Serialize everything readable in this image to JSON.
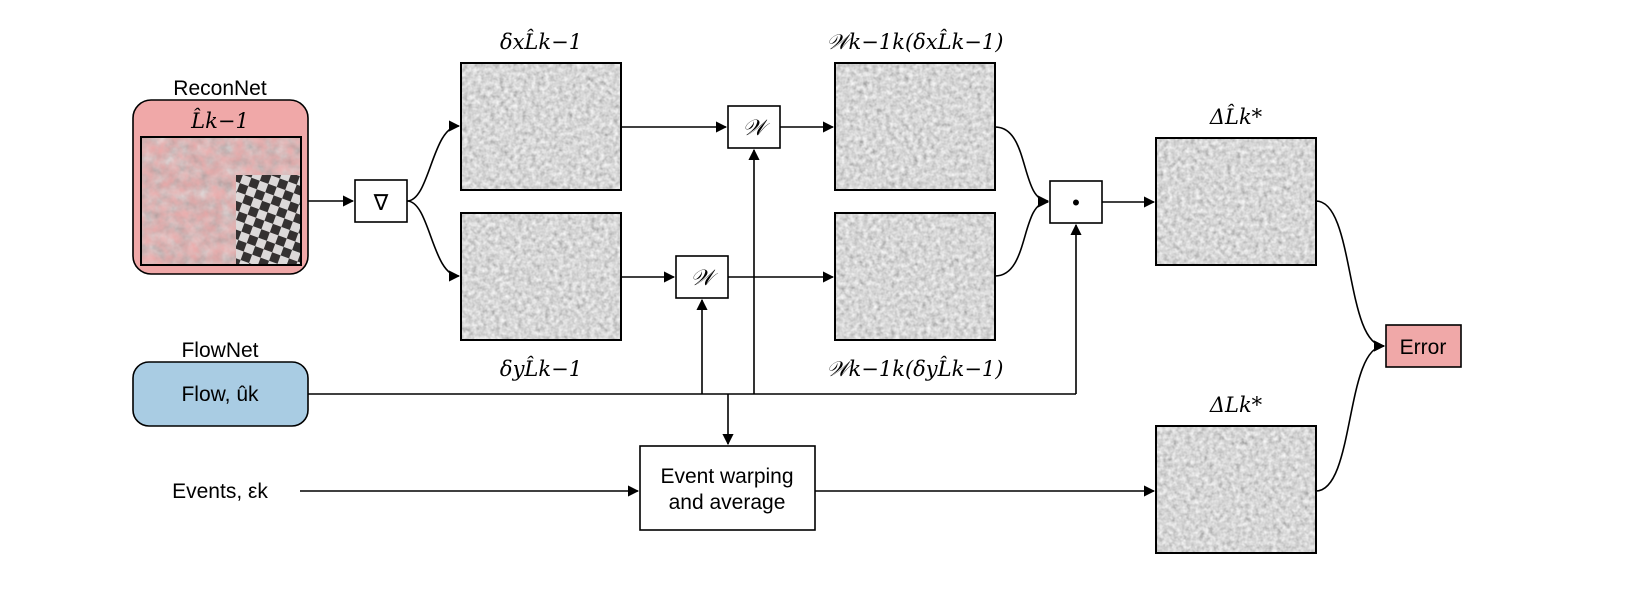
{
  "reconnet": {
    "title": "ReconNet",
    "image_label": "L̂k−1",
    "color": "#f0a8a8",
    "title_color": "#d9262e"
  },
  "flownet": {
    "title": "FlowNet",
    "box_text": "Flow, ûk",
    "color": "#a9cce3",
    "title_color": "#2e86c1"
  },
  "events_label": "Events, εk",
  "gradient_symbol": "∇",
  "warp_symbol": "𝒲",
  "product_symbol": "•",
  "event_warp_box": {
    "line1": "Event warping",
    "line2": "and average"
  },
  "image_labels": {
    "dx": "δxL̂k−1",
    "dy": "δyL̂k−1",
    "warped_dx": "𝒲k−1k(δxL̂k−1)",
    "warped_dy": "𝒲k−1k(δyL̂k−1)",
    "delta_hat": "ΔL̂k*",
    "delta_events": "ΔLk*"
  },
  "error_box": {
    "label": "Error",
    "color": "#f0a8a8"
  }
}
